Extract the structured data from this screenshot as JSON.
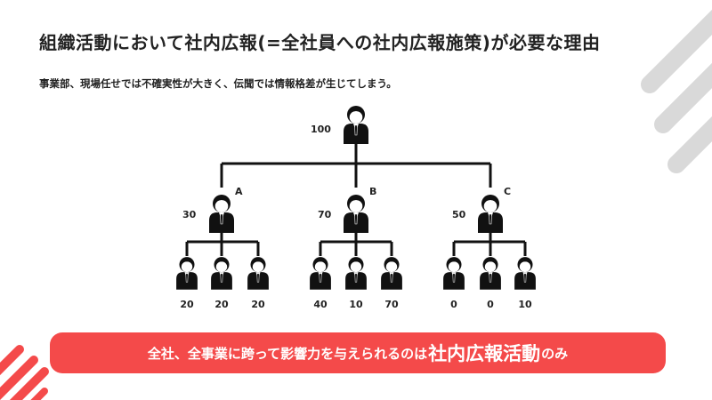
{
  "title": "組織活動において社内広報(=全社員への社内広報施策)が必要な理由",
  "subtitle": "事業部、現場任せでは不確実性が大きく、伝聞では情報格差が生じてしまう。",
  "banner": {
    "lead": "全社、全事業に跨って影響力を与えられるのは",
    "emphasis": "社内広報活動",
    "tail": "のみ"
  },
  "org": {
    "top": {
      "value": "100"
    },
    "groups": [
      {
        "label": "A",
        "value": "30",
        "members": [
          "20",
          "20",
          "20"
        ]
      },
      {
        "label": "B",
        "value": "70",
        "members": [
          "40",
          "10",
          "70"
        ]
      },
      {
        "label": "C",
        "value": "50",
        "members": [
          "0",
          "0",
          "10"
        ]
      }
    ]
  },
  "colors": {
    "accent": "#f44a4a",
    "deco_gray": "#d9d9d9",
    "line": "#111111"
  },
  "icons": {
    "person": "person-icon"
  }
}
